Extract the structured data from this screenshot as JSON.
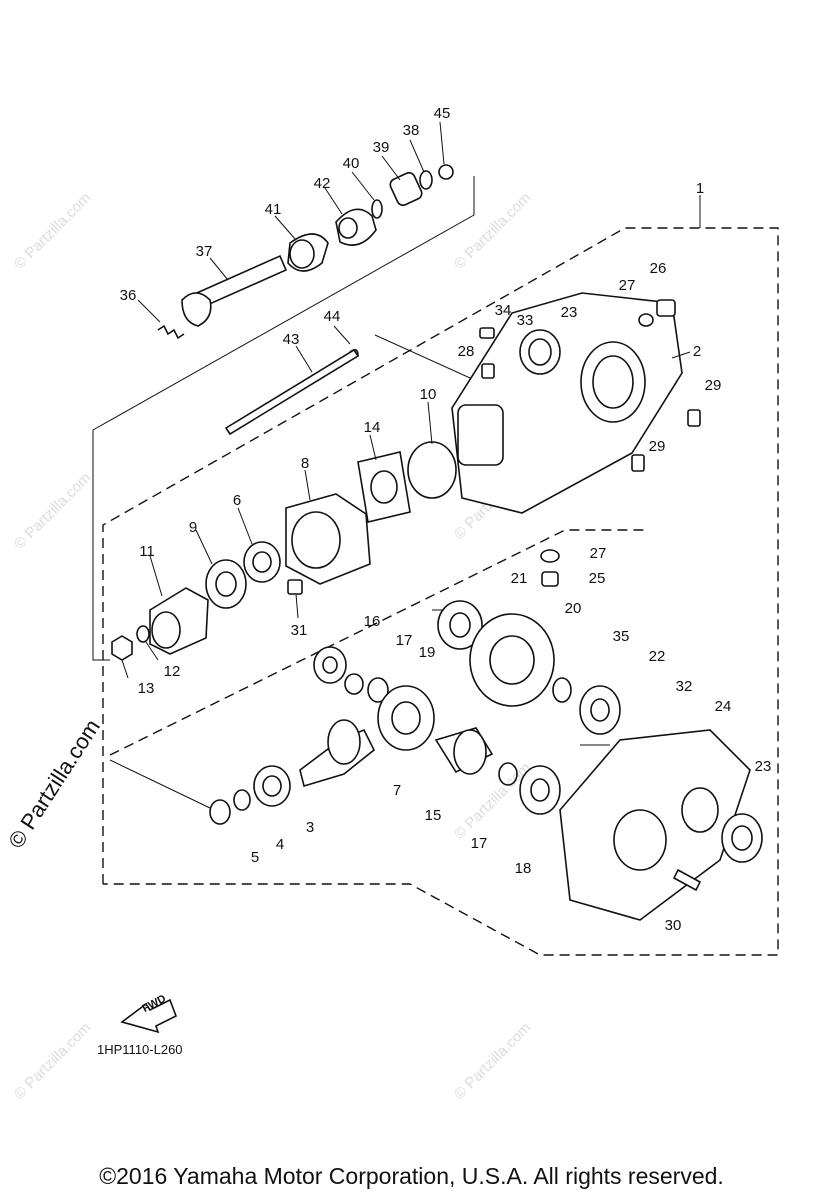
{
  "figure_code": "1HP1110-L260",
  "copyright": "©2016  Yamaha Motor Corporation, U.S.A. All rights reserved.",
  "fwd_label": "FWD",
  "watermark": "© Partzilla.com",
  "watermark_side": "© Partzilla.com",
  "callouts": [
    "1",
    "2",
    "3",
    "4",
    "5",
    "6",
    "7",
    "8",
    "9",
    "10",
    "11",
    "12",
    "13",
    "14",
    "15",
    "16",
    "17",
    "17",
    "18",
    "19",
    "20",
    "21",
    "22",
    "23",
    "23",
    "24",
    "25",
    "26",
    "27",
    "27",
    "28",
    "29",
    "29",
    "30",
    "31",
    "32",
    "33",
    "34",
    "35",
    "36",
    "37",
    "38",
    "39",
    "40",
    "41",
    "42",
    "43",
    "44",
    "45"
  ]
}
